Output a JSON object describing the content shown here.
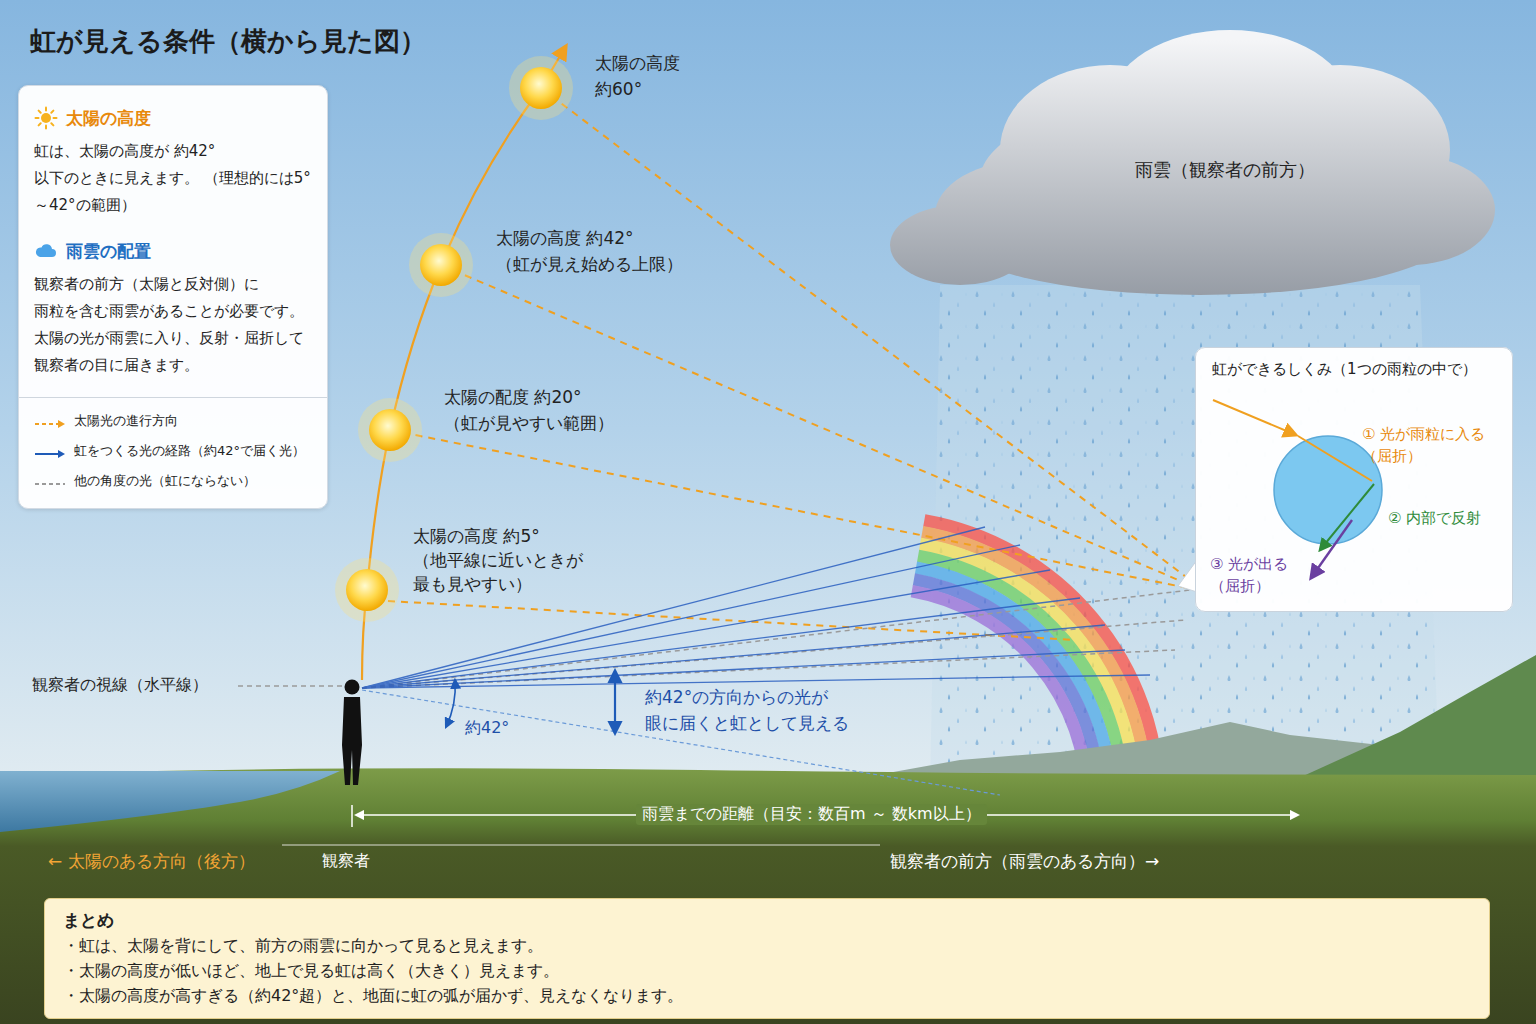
{
  "diagram": {
    "title": "虹が見える条件（横から見た図）",
    "nodes": [
      {
        "text": [
          "太陽の高度",
          "虹は、太陽の高度が 約42°以下のときに見えます。 （理想的には5°～42°の範囲）",
          "雨雲の配置",
          "観察者の前方（太陽と反対側）に 雨粒を含む雨雲があることが必要です。 太陽の光が雨雲に入り、反射・屈折して 観察者の目に届きます。"
        ]
      },
      {
        "text": [
          "虹ができるしくみ（1つの雨粒の中で）"
        ]
      },
      {
        "text": [
          "まとめ",
          "・虹は、太陽を背にして、前方の雨雲に向かって見ると見えます。",
          "・太陽の高度が低いほど、地上で見る虹は高く（大きく）見えます。",
          "・太陽の高度が高すぎる（約42°超）と、地面に虹の弧が届かず、見えなくなります。"
        ]
      }
    ],
    "labels": [
      "太陽の高度 約60°",
      "太陽の高度 約42° （虹が見え始める上限）",
      "太陽の配度 約20° （虹が見やすい範囲）",
      "太陽の高度 約5° （地平線に近いときが 最も見やすい）",
      "雨雲（観察者の前方）",
      "① 光が雨粒に入る （屈折）",
      "② 内部で反射",
      "③ 光が出る （屈折）",
      "観察者の視線（水平線）",
      "約42°",
      "約42°の方向からの光が 眼に届くと虹として見える",
      "雨雲までの距離（目安：数百m ～ 数km以上）",
      "← 太陽のある方向（後方）",
      "観察者",
      "観察者の前方（雨雲のある方向）→"
    ],
    "legend": [
      {
        "text": "太陽光の進行方向"
      },
      {
        "text": "虹をつくる光の経路（約42°で届く光）"
      },
      {
        "text": "他の角度の光（虹にならない）"
      }
    ]
  }
}
